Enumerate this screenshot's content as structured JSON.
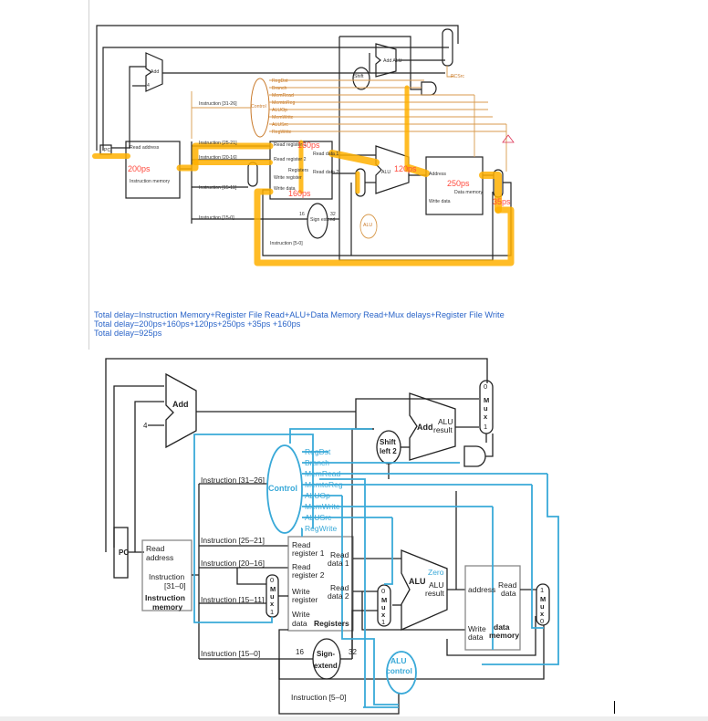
{
  "signals": [
    "RegDst",
    "Branch",
    "MemRead",
    "MemtoReg",
    "ALUOp",
    "MemWrite",
    "ALUSrc",
    "RegWrite"
  ],
  "delays": {
    "instruction_memory": "200ps",
    "register_read": "160ps",
    "alu": "120ps",
    "data_memory": "250ps",
    "mux": "35ps",
    "register_write": "160ps"
  },
  "notes": {
    "formula": "Total delay=Instruction Memory+Register File Read+ALU+Data Memory Read+Mux delays+Register File Write",
    "values": "Total delay=200ps+160ps+120ps+250ps +35ps +160ps",
    "total": "Total delay=925ps"
  },
  "top_diagram": {
    "four": "4",
    "add": "Add",
    "add_alu": "Add ALU",
    "shift": "Shift",
    "pcsrc": "PCSrc",
    "pc": "PC",
    "read_address": "Read address",
    "instruction_memory": "Instruction memory",
    "instr_31_26": "Instruction [31-26]",
    "instr_25_21": "Instruction [25-21]",
    "instr_20_16": "Instruction [20-16]",
    "instr_15_11": "Instruction [15-11]",
    "instr_15_0": "Instruction [15-0]",
    "instr_5_0": "Instruction [5-0]",
    "control": "Control",
    "read_register_1": "Read register 1",
    "read_register_2": "Read register 2",
    "registers": "Registers",
    "write_register": "Write register",
    "write_data": "Write data",
    "read_data_1": "Read data 1",
    "read_data_2": "Read data 2",
    "alu": "ALU",
    "address": "Address",
    "data_memory": "Data memory",
    "sign_extend": "Sign extend",
    "sixteen": "16",
    "thirtytwo": "32",
    "alu_control": "ALU"
  },
  "bottom_diagram": {
    "add": "Add",
    "four": "4",
    "pc": "PC",
    "read": "Read",
    "address": "address",
    "instruction": "Instruction",
    "instr_31_0": "[31–0]",
    "memory": "memory",
    "instr_31_26": "Instruction [31–26]",
    "instr_25_21": "Instruction [25–21]",
    "instr_20_16": "Instruction [20–16]",
    "instr_15_11": "Instruction [15–11]",
    "instr_15_0": "Instruction [15–0]",
    "instr_5_0": "Instruction [5–0]",
    "register_1": "register 1",
    "register_2": "register 2",
    "write": "Write",
    "register": "register",
    "data": "data",
    "registers": "Registers",
    "data_1": "data 1",
    "data_2": "data 2",
    "alu": "ALU",
    "result": "result",
    "shift": "Shift",
    "left_2": "left 2",
    "sign": "Sign-",
    "extend": "extend",
    "sixteen": "16",
    "thirtytwo": "32",
    "zero": "0",
    "one": "1",
    "mux_m": "M",
    "mux_u": "u",
    "mux_x": "x",
    "control": "Control",
    "control_lower": "control",
    "zero_label": "Zero"
  }
}
